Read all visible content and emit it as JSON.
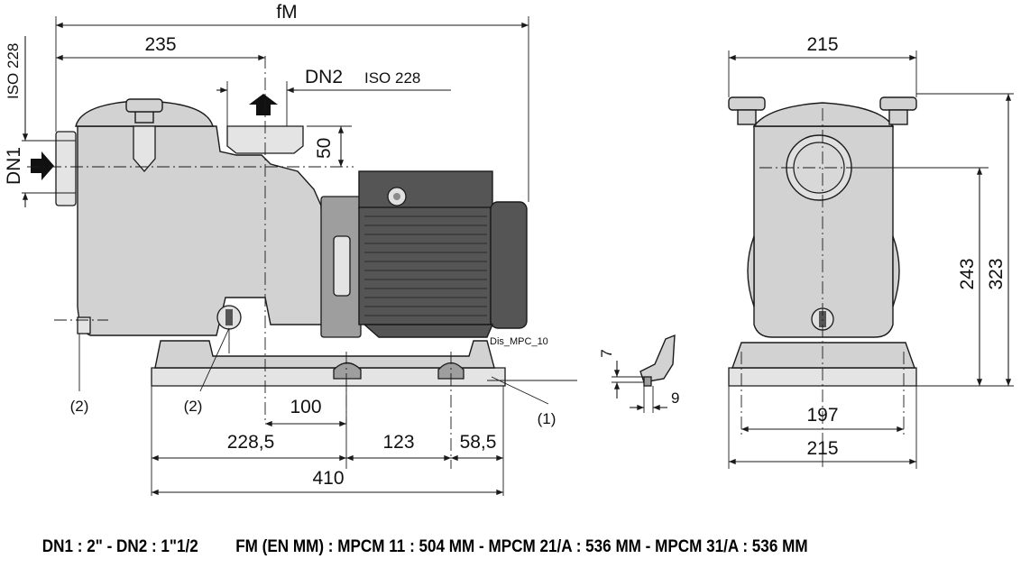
{
  "figure": {
    "reference": "Dis_MPC_10",
    "side_view": {
      "overall_length_label": "fM",
      "suction_offset": "235",
      "outlet_label": "DN2",
      "outlet_standard": "ISO 228",
      "inlet_label": "DN1",
      "inlet_standard": "ISO 228",
      "outlet_height": "50",
      "drain_left_callout": "(2)",
      "drain_bottom_callout": "(2)",
      "base_callout": "(1)",
      "center_to_hole": "100",
      "base_offset": "228,5",
      "hole_spacing": "123",
      "hole_to_end": "58,5",
      "base_length": "410"
    },
    "foot_detail": {
      "height": "7",
      "width": "9"
    },
    "front_view": {
      "top_width": "215",
      "axis_height": "243",
      "total_height": "323",
      "hole_spacing": "197",
      "base_width": "215"
    }
  },
  "caption": {
    "connections": "DN1 : 2\" - DN2 : 1\"1/2",
    "lengths": "FM (EN MM) :  MPCM 11 : 504 MM - MPCM 21/A : 536 MM - MPCM 31/A : 536 MM"
  }
}
